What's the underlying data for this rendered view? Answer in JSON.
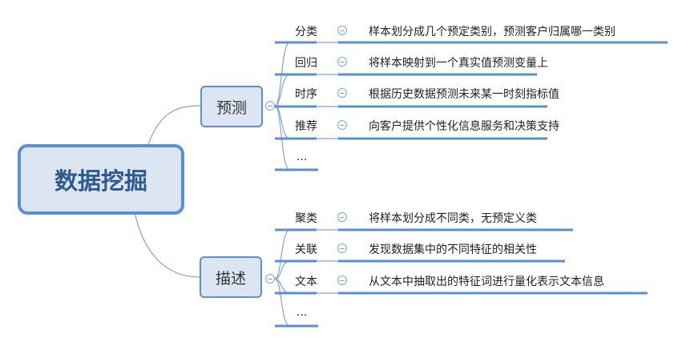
{
  "root": {
    "label": "数据挖掘"
  },
  "branches": [
    {
      "label": "预测",
      "children": [
        {
          "label": "分类",
          "detail": "样本划分成几个预定类别，预测客户归属哪一类别"
        },
        {
          "label": "回归",
          "detail": "将样本映射到一个真实值预测变量上"
        },
        {
          "label": "时序",
          "detail": "根据历史数据预测未来某一时刻指标值"
        },
        {
          "label": "推荐",
          "detail": "向客户提供个性化信息服务和决策支持"
        },
        {
          "label": "..."
        }
      ]
    },
    {
      "label": "描述",
      "children": [
        {
          "label": "聚类",
          "detail": "将样本划分成不同类，无预定义类"
        },
        {
          "label": "关联",
          "detail": "发现数据集中的不同特征的相关性"
        },
        {
          "label": "文本",
          "detail": "从文本中抽取出的特征词进行量化表示文本信息"
        },
        {
          "label": "..."
        }
      ]
    }
  ],
  "colors": {
    "accent": "#5b8fd4",
    "node_fill": "#dce6f2",
    "root_text": "#2f5a8f"
  }
}
